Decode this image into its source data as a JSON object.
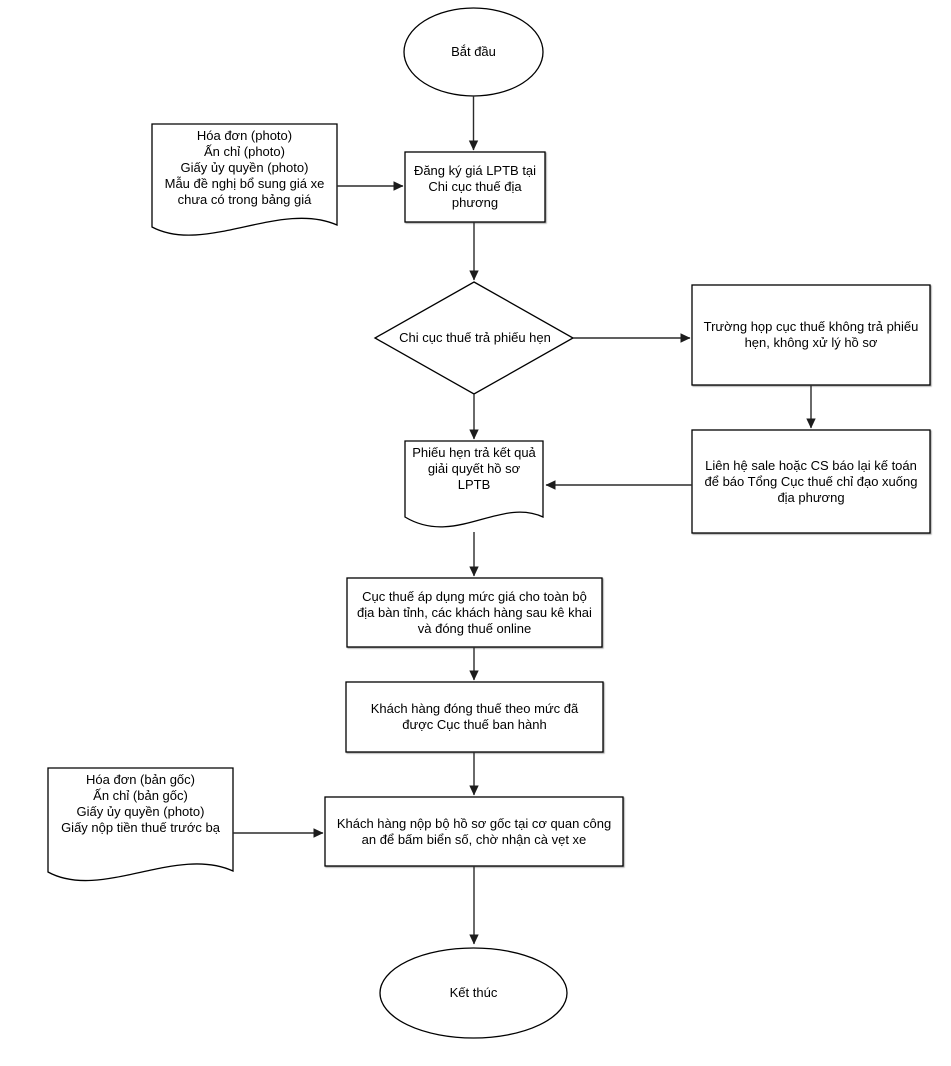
{
  "diagram": {
    "type": "flowchart",
    "language": "vi",
    "background": "#ffffff",
    "shape_stroke": "#000000",
    "shape_fill": "#ffffff",
    "nodes": {
      "start": {
        "shape": "ellipse",
        "label": "Bắt đầu"
      },
      "input_docs_photo": {
        "shape": "document",
        "label": "Hóa đơn (photo)\nẤn chỉ (photo)\nGiấy ủy quyền (photo)\nMẫu đề nghị bổ sung giá xe\nchưa có trong bảng giá"
      },
      "register_lptb": {
        "shape": "process",
        "label": "Đăng ký giá LPTB tại\nChi cục thuế địa\nphương"
      },
      "decision_receipt": {
        "shape": "decision",
        "label": "Chi cục thuế trả phiếu hẹn"
      },
      "case_no_receipt": {
        "shape": "process",
        "label": "Trường họp cục thuế không trả phiếu\nhẹn, không xử lý hồ sơ"
      },
      "contact_sale_cs": {
        "shape": "process",
        "label": "Liên hệ sale hoặc CS báo lại kế toán\nđể báo Tổng Cục thuế chỉ đạo xuống\nđịa phương"
      },
      "receipt_result_doc": {
        "shape": "document",
        "label": "Phiếu hẹn trả kết quả\ngiải quyết hồ sơ\nLPTB"
      },
      "apply_price_all": {
        "shape": "process",
        "label": "Cục thuế áp dụng mức giá cho toàn bộ\nđịa bàn tỉnh, các khách hàng sau kê khai\nvà đóng thuế online"
      },
      "customer_pay_tax": {
        "shape": "process",
        "label": "Khách hàng đóng thuế theo mức đã\nđược Cục thuế ban hành"
      },
      "original_docs": {
        "shape": "document",
        "label": "Hóa đơn (bản gốc)\nẤn chỉ (bản gốc)\nGiấy ủy quyền (photo)\nGiấy nộp tiền thuế trước bạ"
      },
      "submit_police": {
        "shape": "process",
        "label": "Khách hàng nộp bộ hồ sơ gốc tại cơ quan công\nan để bấm biển số, chờ nhận cà vẹt xe"
      },
      "end": {
        "shape": "ellipse",
        "label": "Kết thúc"
      }
    },
    "edges": [
      {
        "from": "start",
        "to": "register_lptb"
      },
      {
        "from": "input_docs_photo",
        "to": "register_lptb"
      },
      {
        "from": "register_lptb",
        "to": "decision_receipt"
      },
      {
        "from": "decision_receipt",
        "to": "case_no_receipt"
      },
      {
        "from": "case_no_receipt",
        "to": "contact_sale_cs"
      },
      {
        "from": "contact_sale_cs",
        "to": "receipt_result_doc"
      },
      {
        "from": "decision_receipt",
        "to": "receipt_result_doc"
      },
      {
        "from": "receipt_result_doc",
        "to": "apply_price_all"
      },
      {
        "from": "apply_price_all",
        "to": "customer_pay_tax"
      },
      {
        "from": "customer_pay_tax",
        "to": "submit_police"
      },
      {
        "from": "original_docs",
        "to": "submit_police"
      },
      {
        "from": "submit_police",
        "to": "end"
      }
    ]
  }
}
